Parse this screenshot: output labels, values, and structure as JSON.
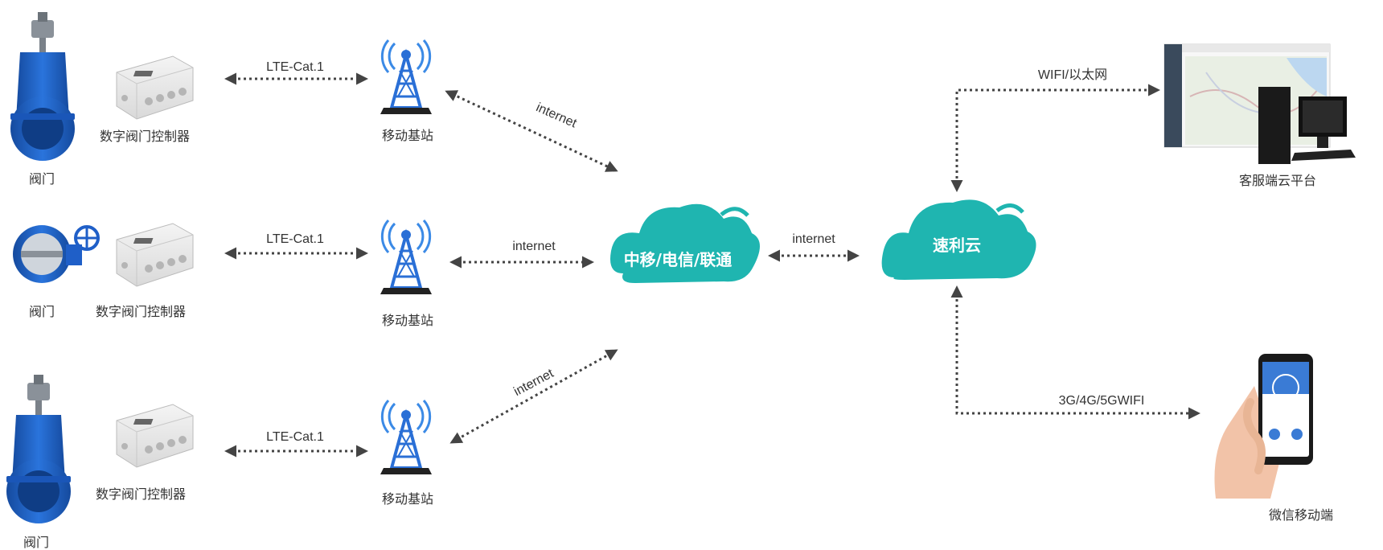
{
  "rows": [
    {
      "valve_label": "阀门",
      "controller_label": "数字阀门控制器",
      "link_label": "LTE-Cat.1",
      "station_label": "移动基站",
      "uplink_label": "internet"
    },
    {
      "valve_label": "阀门",
      "controller_label": "数字阀门控制器",
      "link_label": "LTE-Cat.1",
      "station_label": "移动基站",
      "uplink_label": "internet"
    },
    {
      "valve_label": "阀门",
      "controller_label": "数字阀门控制器",
      "link_label": "LTE-Cat.1",
      "station_label": "移动基站",
      "uplink_label": "internet"
    }
  ],
  "carrier_cloud": {
    "label": "中移/电信/联通"
  },
  "carrier_to_cloud_label": "internet",
  "suli_cloud": {
    "label": "速利云"
  },
  "pc_client": {
    "link_label": "WIFI/以太网",
    "label": "客服端云平台"
  },
  "mobile_client": {
    "link_label": "3G/4G/5GWIFI",
    "label": "微信移动端"
  },
  "colors": {
    "cloud": "#1fb5b0",
    "valve": "#1f5fc8",
    "tower": "#2a6fd6",
    "arrow": "#444444"
  }
}
